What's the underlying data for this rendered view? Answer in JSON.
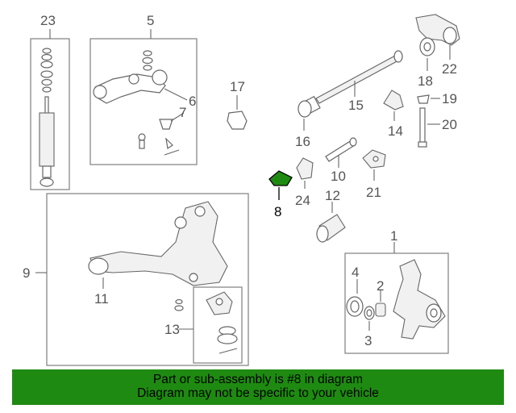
{
  "diagram": {
    "callouts": {
      "c1": "1",
      "c2": "2",
      "c3": "3",
      "c4": "4",
      "c5": "5",
      "c6": "6",
      "c7": "7",
      "c8": "8",
      "c9": "9",
      "c10": "10",
      "c11": "11",
      "c12": "12",
      "c13": "13",
      "c14": "14",
      "c15": "15",
      "c16": "16",
      "c17": "17",
      "c18": "18",
      "c19": "19",
      "c20": "20",
      "c21": "21",
      "c22": "22",
      "c23": "23",
      "c24": "24"
    },
    "highlighted_part": "8",
    "highlight_color": "#1f8a12"
  },
  "banner": {
    "line1": "Part or sub-assembly is #8 in diagram",
    "line2": "Diagram may not be specific to your vehicle",
    "background": "#1f8a12"
  }
}
